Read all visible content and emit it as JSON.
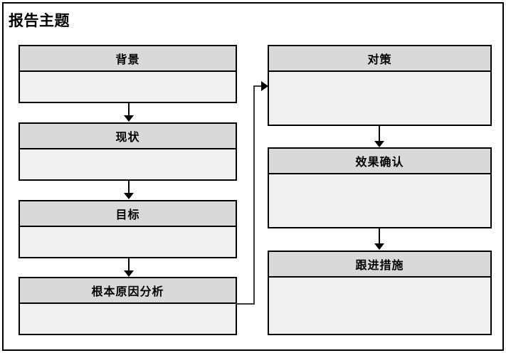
{
  "page": {
    "title": "报告主题",
    "background_color": "#ffffff",
    "frame_color": "#000000"
  },
  "theme": {
    "header_fill": "#d9d9d9",
    "body_fill": "#f0f0f0",
    "border_color": "#000000",
    "connector_color": "#3a3a3a"
  },
  "left_column": {
    "nodes": [
      {
        "label": "背景",
        "content": ""
      },
      {
        "label": "现状",
        "content": ""
      },
      {
        "label": "目标",
        "content": ""
      },
      {
        "label": "根本原因分析",
        "content": ""
      }
    ]
  },
  "right_column": {
    "nodes": [
      {
        "label": "对策",
        "content": ""
      },
      {
        "label": "效果确认",
        "content": ""
      },
      {
        "label": "跟进措施",
        "content": ""
      }
    ]
  },
  "connectors": {
    "left_down_arrows": 3,
    "right_down_arrows": 2,
    "feedback_loop": "root-cause-analysis-to-countermeasure"
  }
}
